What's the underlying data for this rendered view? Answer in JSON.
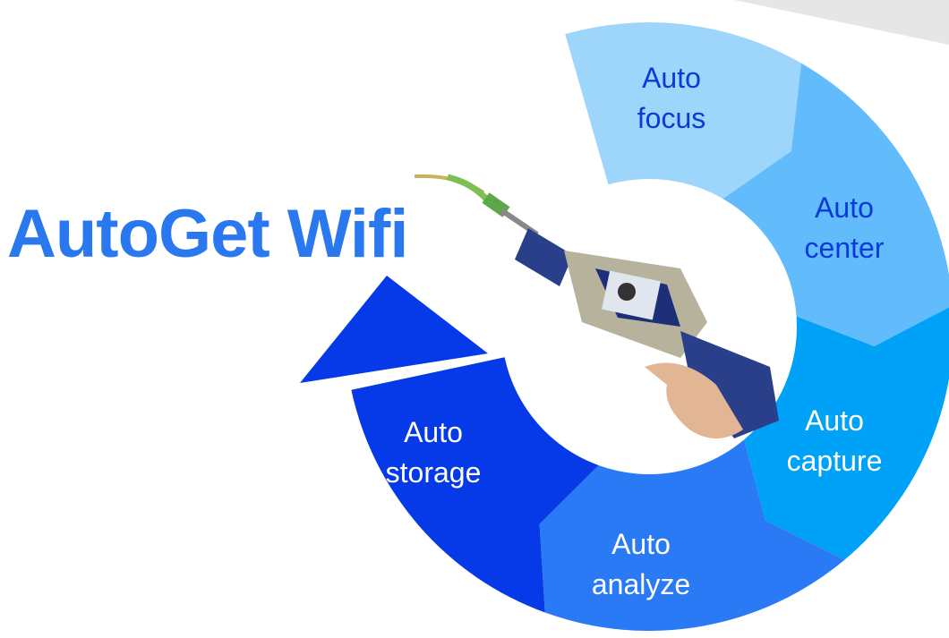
{
  "title": "AutoGet Wifi",
  "steps": [
    {
      "line1": "Auto",
      "line2": "focus",
      "color": "#9dd5fb",
      "text_color": "#0a3ad8"
    },
    {
      "line1": "Auto",
      "line2": "center",
      "color": "#62bcfc",
      "text_color": "#0a3ad8"
    },
    {
      "line1": "Auto",
      "line2": "capture",
      "color": "#00a2f8",
      "text_color": "#ffffff"
    },
    {
      "line1": "Auto",
      "line2": "analyze",
      "color": "#2a7af5",
      "text_color": "#ffffff"
    },
    {
      "line1": "Auto",
      "line2": "storage",
      "color": "#0639e8",
      "text_color": "#ffffff"
    }
  ]
}
